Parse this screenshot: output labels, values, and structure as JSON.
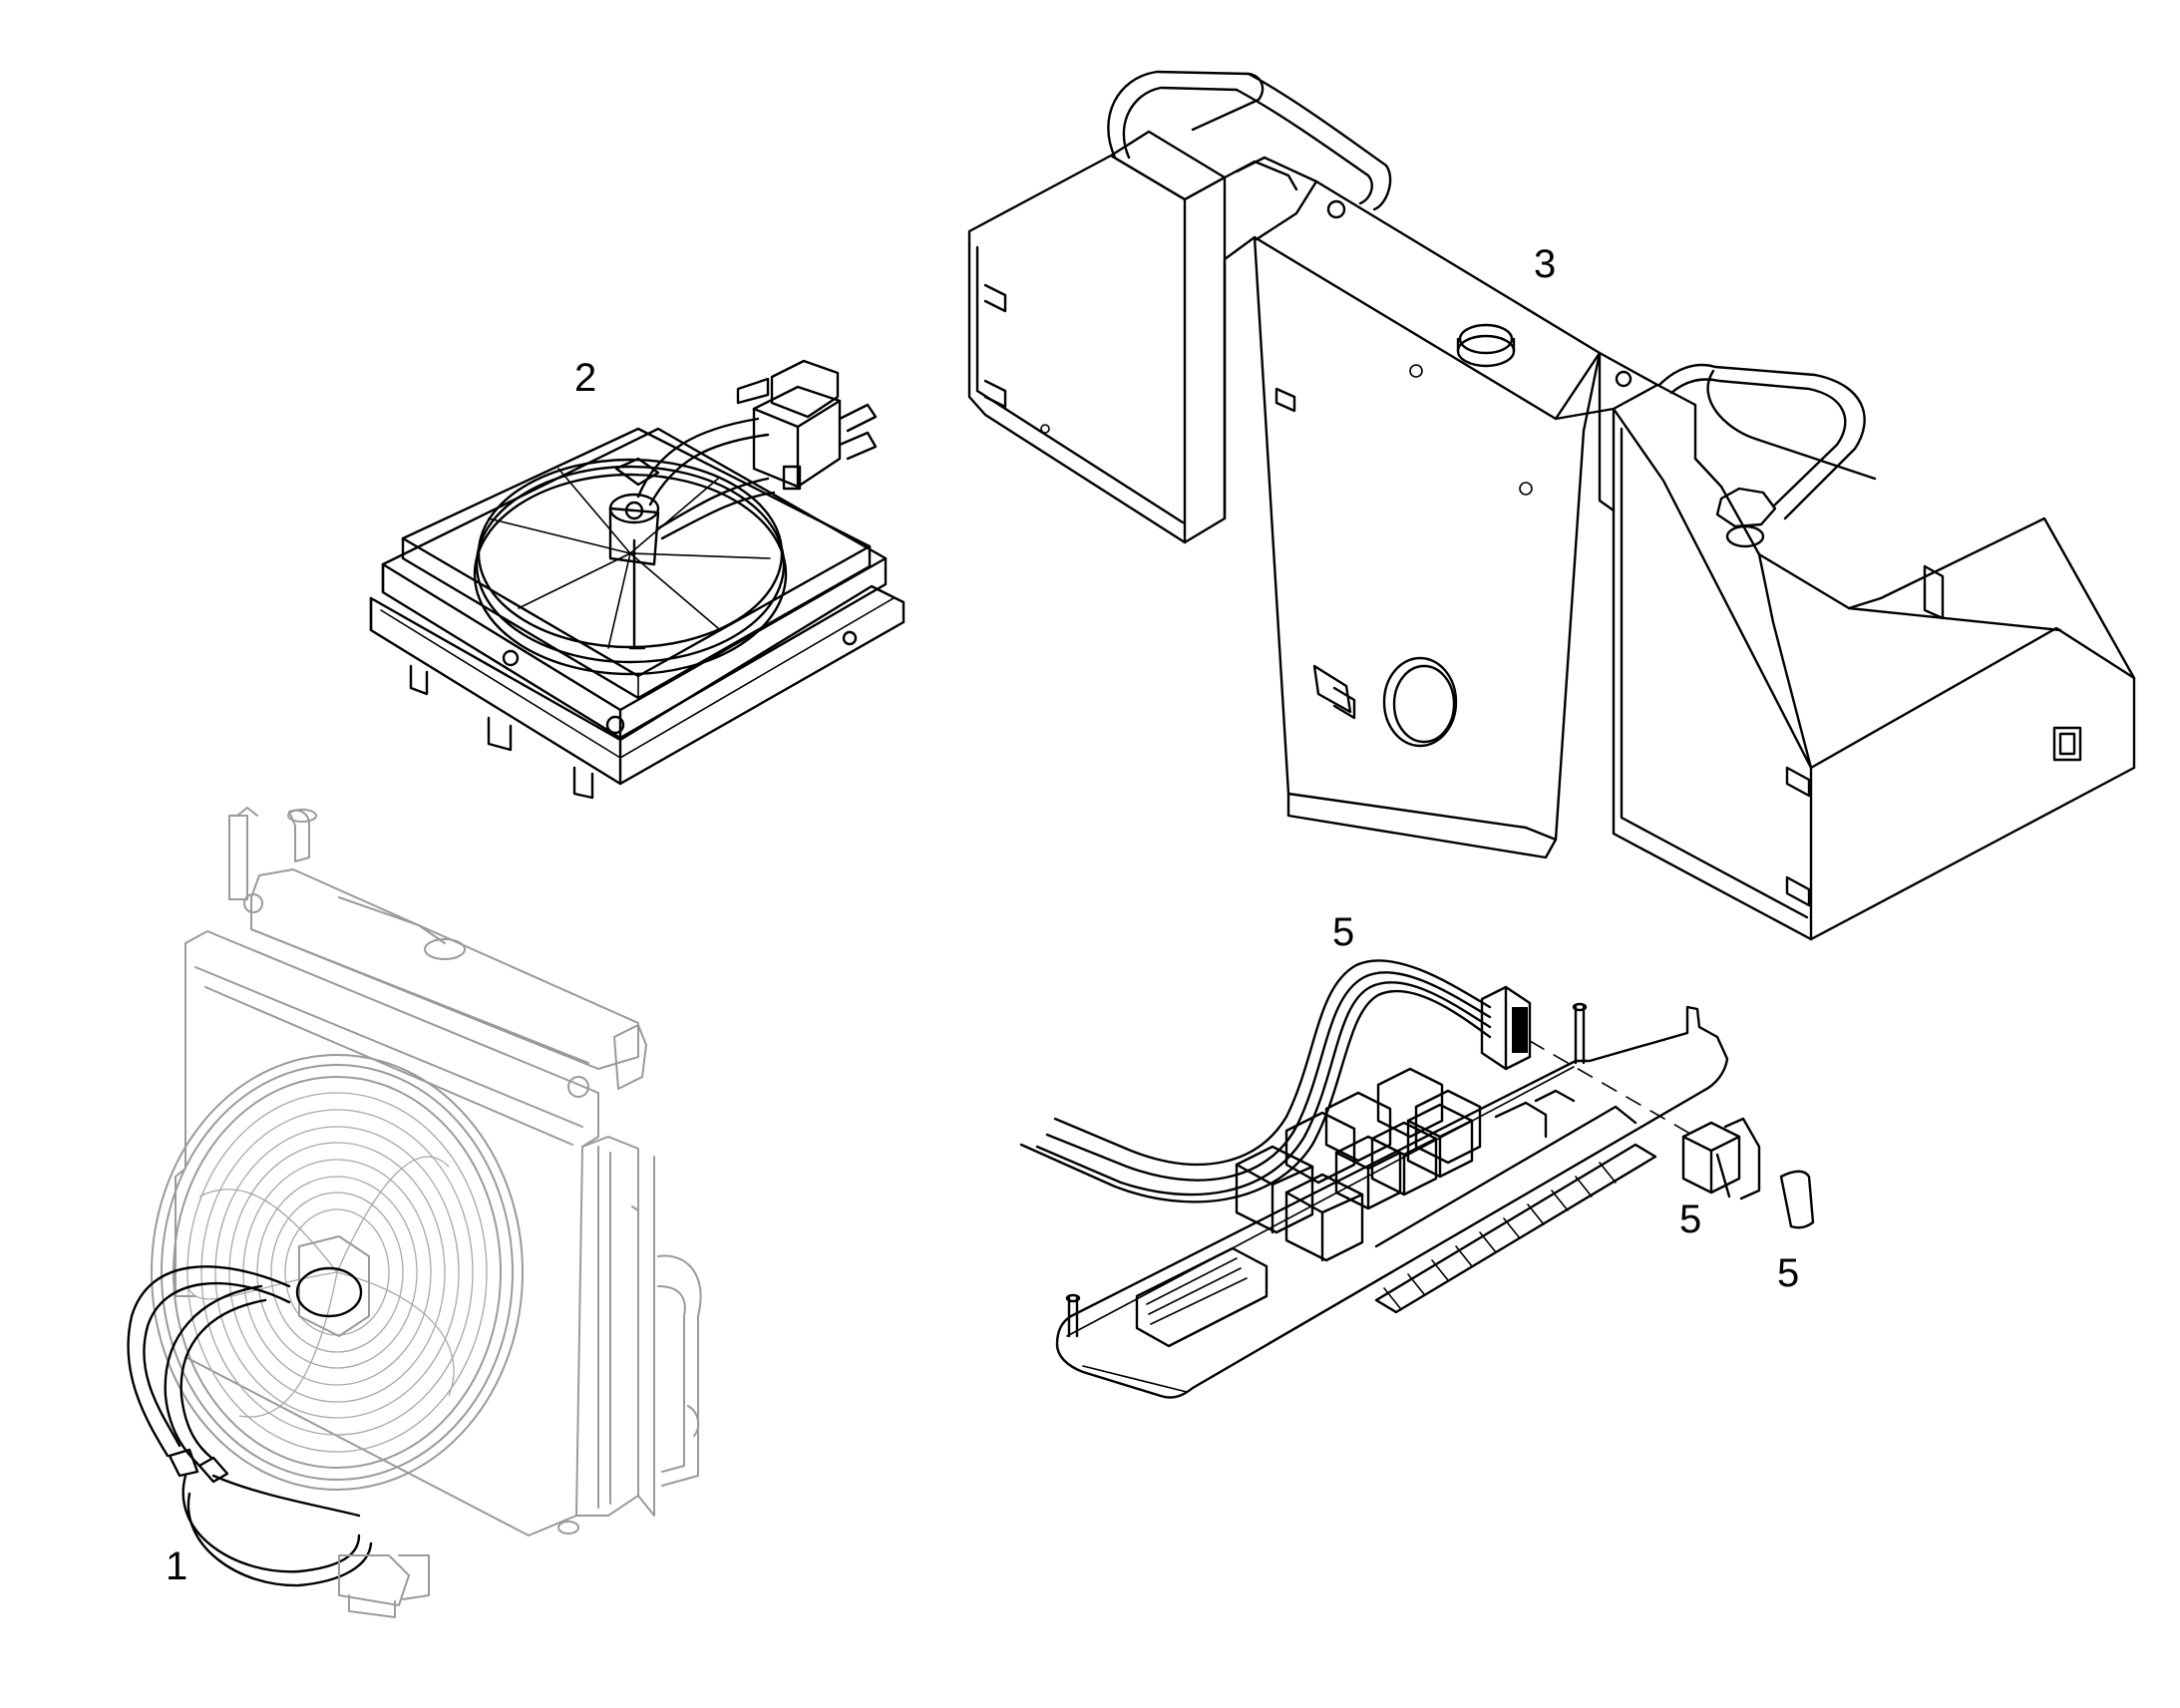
{
  "callouts": {
    "fan_radiator_assembly": "1",
    "cooler_unit_top": "2",
    "tank_assembly": "3",
    "wiring_harness": "5",
    "switch": "5",
    "switch_cap": "5"
  },
  "colors": {
    "line": "#000000",
    "grey_line": "#9a9a9a",
    "background": "#ffffff"
  }
}
